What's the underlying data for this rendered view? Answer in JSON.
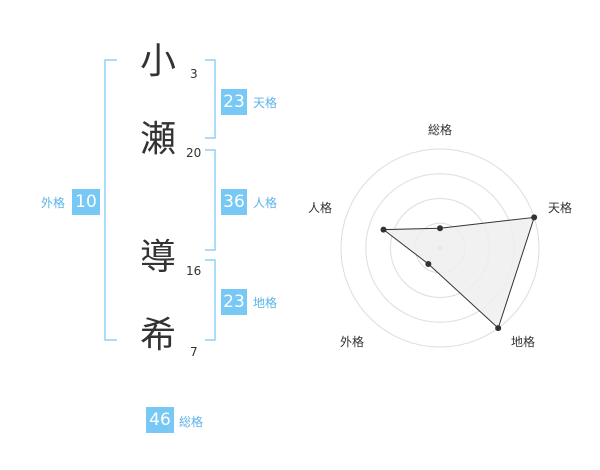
{
  "name": {
    "chars": [
      {
        "char": "小",
        "strokes": "3"
      },
      {
        "char": "瀬",
        "strokes": "20"
      },
      {
        "char": "導",
        "strokes": "16"
      },
      {
        "char": "希",
        "strokes": "7"
      }
    ]
  },
  "kakusu": {
    "tenkaku": {
      "value": "23",
      "label": "天格"
    },
    "jinkaku": {
      "value": "36",
      "label": "人格"
    },
    "chikaku": {
      "value": "23",
      "label": "地格"
    },
    "gaikaku": {
      "value": "10",
      "label": "外格"
    },
    "soukaku": {
      "value": "46",
      "label": "総格"
    }
  },
  "colors": {
    "accent": "#77c8f5",
    "label": "#5ab4ea",
    "bracket": "#8fd0f5",
    "grid": "#dddddd",
    "fill": "#eeeeee",
    "line": "#333333"
  },
  "chart_data": {
    "type": "radar",
    "axes": [
      "総格",
      "天格",
      "地格",
      "外格",
      "人格"
    ],
    "values": [
      1,
      5,
      5,
      1,
      3
    ],
    "range": [
      0,
      5
    ],
    "rings": 4,
    "grid": true
  }
}
